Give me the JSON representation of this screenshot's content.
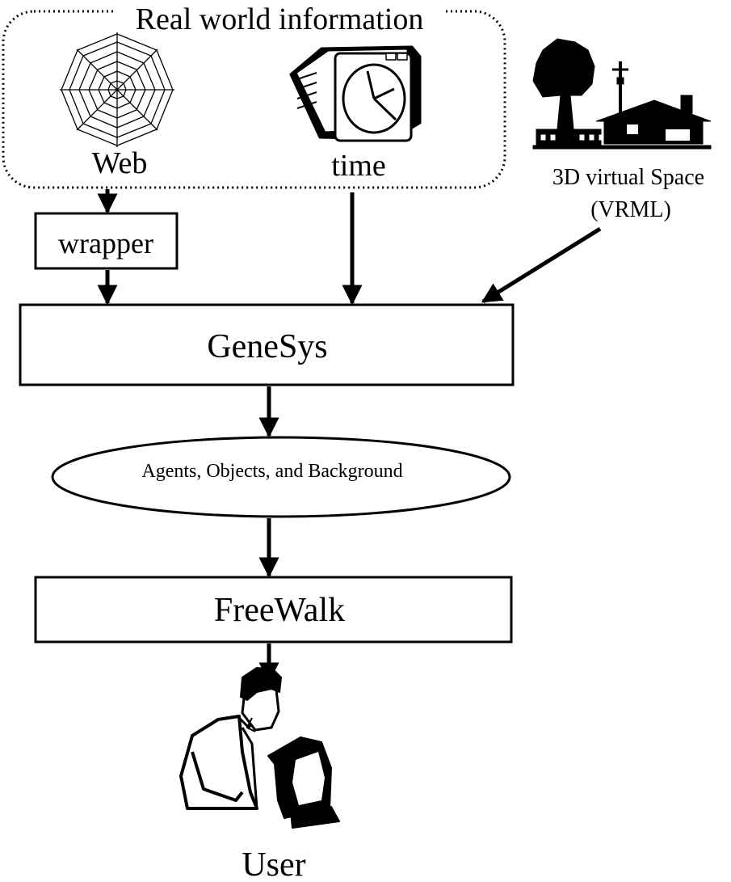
{
  "group": {
    "title": "Real world information"
  },
  "sources": {
    "web": "Web",
    "time": "time",
    "space_line1": "3D virtual Space",
    "space_line2": "(VRML)"
  },
  "wrapper": "wrapper",
  "genesys": "GeneSys",
  "output": "Agents, Objects, and Background",
  "freewalk": "FreeWalk",
  "user": "User"
}
